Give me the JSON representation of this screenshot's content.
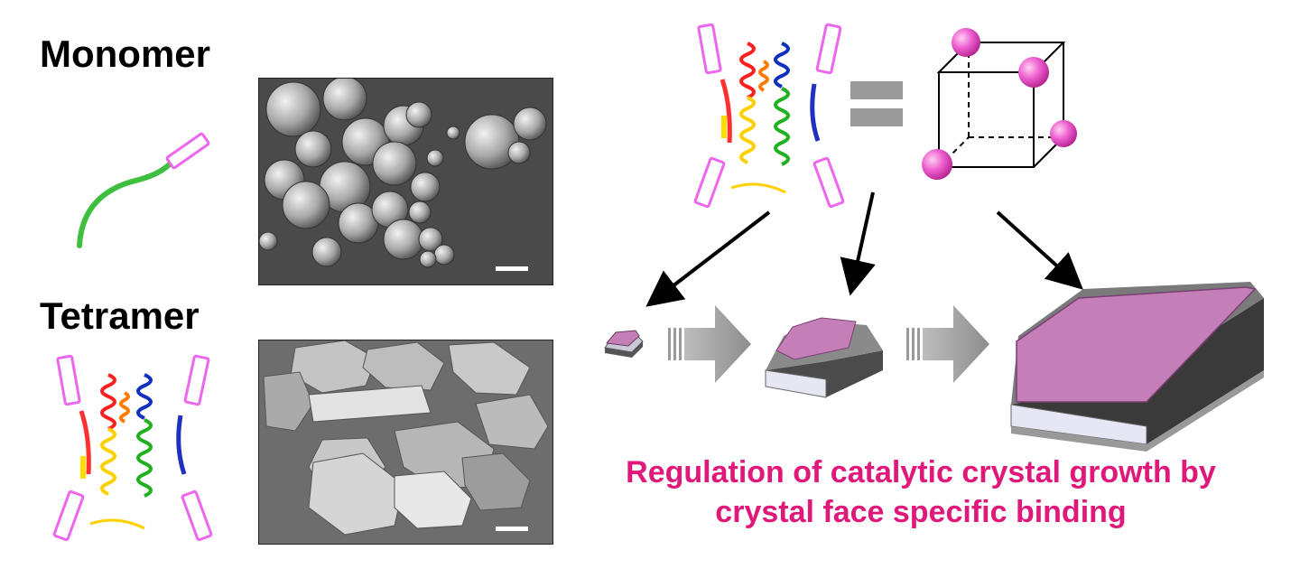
{
  "labels": {
    "monomer": "Monomer",
    "tetramer": "Tetramer"
  },
  "caption": {
    "line1": "Regulation of catalytic crystal growth by",
    "line2": "crystal face specific binding"
  },
  "colors": {
    "caption": "#e0187a",
    "crystal_face": "#c47fb8",
    "tag": "#ee66ee",
    "sphere": "#e84fc8"
  },
  "icons": {
    "equals": "equals-sign-icon",
    "cube": "cube-with-spheres-icon",
    "arrow": "down-arrow-icon",
    "growth_arrow": "block-arrow-icon"
  }
}
